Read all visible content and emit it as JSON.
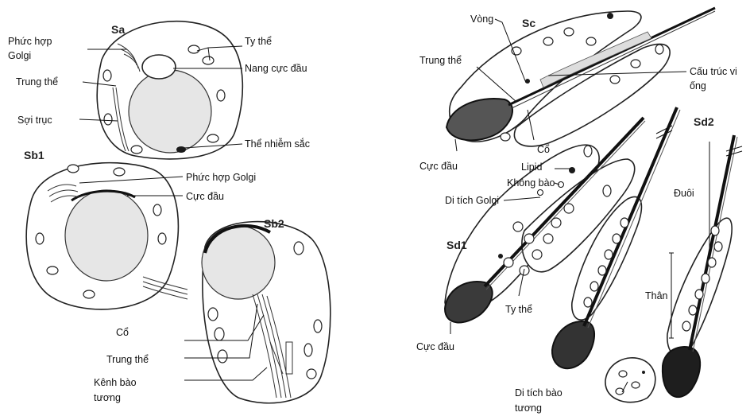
{
  "stages": {
    "sa": "Sa",
    "sb1": "Sb1",
    "sb2": "Sb2",
    "sc": "Sc",
    "sd1": "Sd1",
    "sd2": "Sd2"
  },
  "labels": {
    "sa_golgi_line1": "Phức hợp",
    "sa_golgi_line2": "Golgi",
    "sa_centriole": "Trung thể",
    "sa_axoneme": "Sợi trục",
    "sa_mitochondria": "Ty thể",
    "sa_acro_vesicle": "Nang cực đầu",
    "sa_chromatin": "Thể nhiễm sắc",
    "sb1_golgi": "Phức hợp Golgi",
    "sb1_acrosome": "Cực đầu",
    "sb2_neck": "Cổ",
    "sb2_centriole": "Trung thể",
    "sb2_channel_line1": "Kênh bào",
    "sb2_channel_line2": "tương",
    "sc_ring": "Vòng",
    "sc_centriole": "Trung thể",
    "sc_microtubule_line1": "Cấu trúc vi",
    "sc_microtubule_line2": "ống",
    "sc_neck": "Cổ",
    "sc_acrosome": "Cực đầu",
    "sd_lipid": "Lipid",
    "sd_vacuole": "Không bào",
    "sd_golgi_remnant": "Di tích Golgi",
    "sd_mitochondria": "Ty thể",
    "sd_acrosome": "Cực đầu",
    "sd_residual_line1": "Di tích bào",
    "sd_residual_line2": "tương",
    "sd2_tail": "Đuôi",
    "sd2_body": "Thân"
  }
}
